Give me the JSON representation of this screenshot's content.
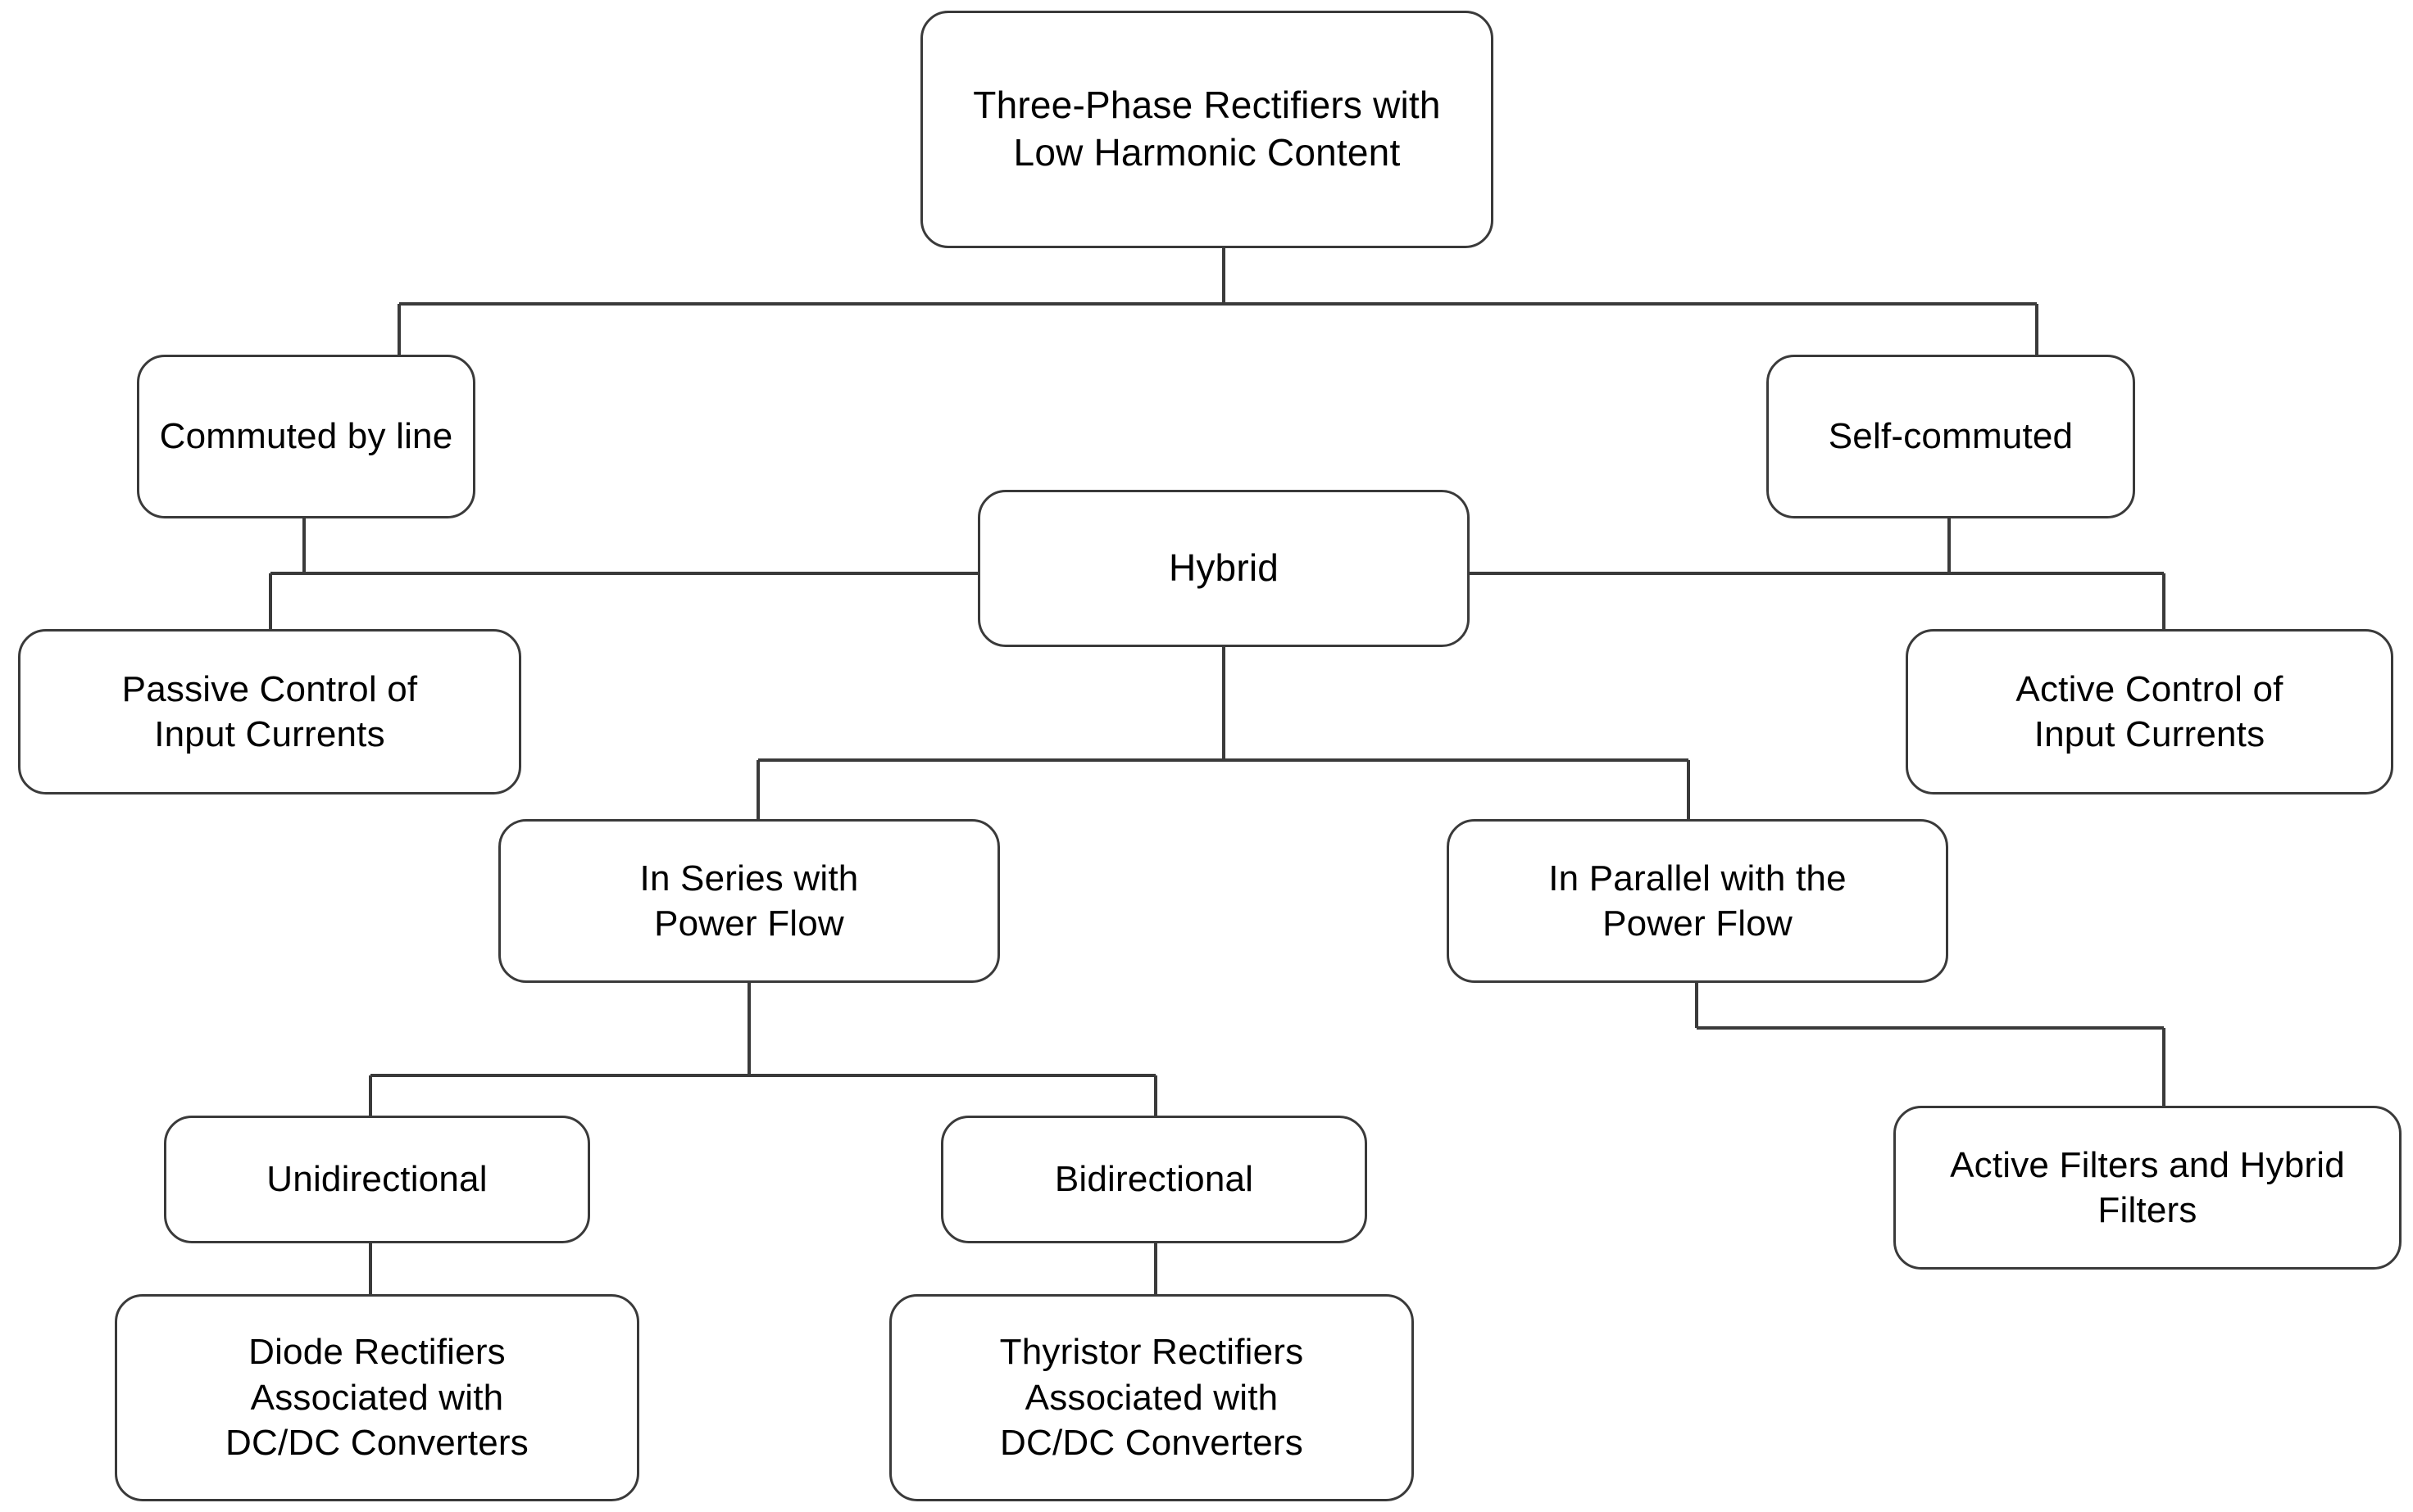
{
  "diagram": {
    "title_node": "Three-Phase Rectifiers with\nLow Harmonic Content",
    "nodes": [
      {
        "id": "root",
        "label": "Three-Phase Rectifiers with\nLow Harmonic Content"
      },
      {
        "id": "commuted-line",
        "label": "Commuted by line"
      },
      {
        "id": "self-commuted",
        "label": "Self-commuted"
      },
      {
        "id": "hybrid",
        "label": "Hybrid"
      },
      {
        "id": "passive-control",
        "label": "Passive Control of\nInput Currents"
      },
      {
        "id": "active-control",
        "label": "Active Control of\nInput Currents"
      },
      {
        "id": "in-series",
        "label": "In Series with\nPower Flow"
      },
      {
        "id": "in-parallel",
        "label": "In Parallel with the\nPower Flow"
      },
      {
        "id": "unidirectional",
        "label": "Unidirectional"
      },
      {
        "id": "bidirectional",
        "label": "Bidirectional"
      },
      {
        "id": "diode-rect",
        "label": "Diode Rectifiers\nAssociated with\nDC/DC Converters"
      },
      {
        "id": "thyristor-rect",
        "label": "Thyristor Rectifiers\nAssociated with\nDC/DC Converters"
      },
      {
        "id": "active-filters",
        "label": "Active Filters and Hybrid\nFilters"
      }
    ],
    "edges": [
      {
        "from": "root",
        "to": "commuted-line"
      },
      {
        "from": "root",
        "to": "self-commuted"
      },
      {
        "from": "commuted-line",
        "to": "passive-control"
      },
      {
        "from": "self-commuted",
        "to": "active-control"
      },
      {
        "from": "hybrid",
        "to": "passive-control"
      },
      {
        "from": "hybrid",
        "to": "active-control"
      },
      {
        "from": "hybrid",
        "to": "in-series"
      },
      {
        "from": "hybrid",
        "to": "in-parallel"
      },
      {
        "from": "in-series",
        "to": "unidirectional"
      },
      {
        "from": "in-series",
        "to": "bidirectional"
      },
      {
        "from": "in-parallel",
        "to": "active-filters"
      },
      {
        "from": "unidirectional",
        "to": "diode-rect"
      },
      {
        "from": "bidirectional",
        "to": "thyristor-rect"
      }
    ],
    "colors": {
      "background": "#ffffff",
      "box_border": "#3a3a3a",
      "connector": "#3a3a3a",
      "text": "#000000"
    }
  }
}
